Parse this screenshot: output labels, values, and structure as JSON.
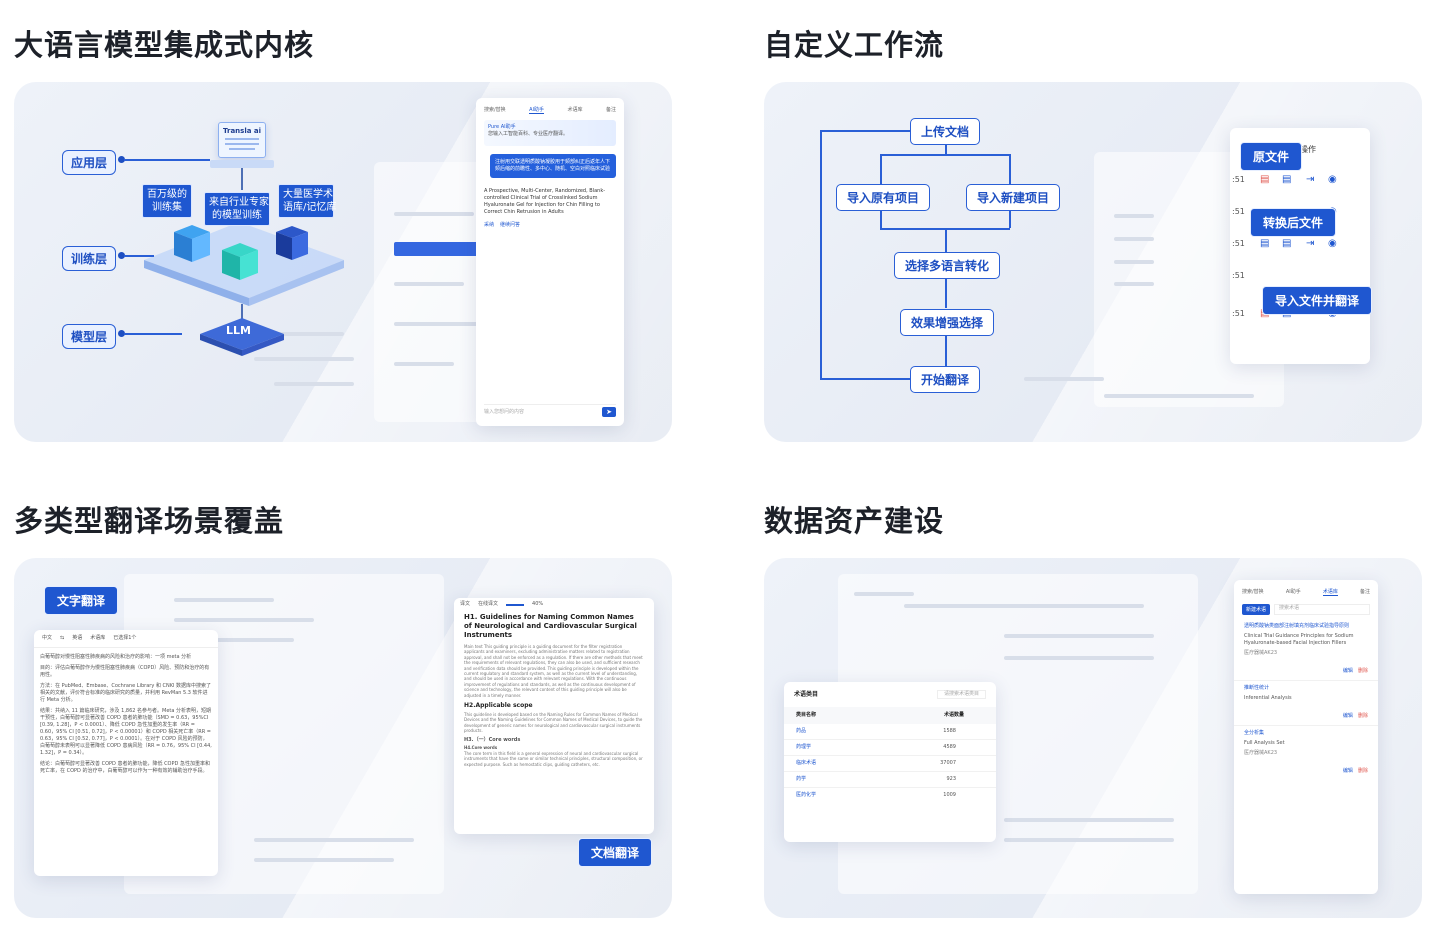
{
  "sections": {
    "s1": {
      "title": "大语言模型集成式内核"
    },
    "s2": {
      "title": "自定义工作流"
    },
    "s3": {
      "title": "多类型翻译场景覆盖"
    },
    "s4": {
      "title": "数据资产建设"
    }
  },
  "panel1": {
    "layers": [
      "应用层",
      "训练层",
      "模型层"
    ],
    "cards": [
      "百万级的\n训练集",
      "来自行业专家\n的模型训练",
      "大量医学术\n语库/记忆库"
    ],
    "transla_label": "Transla ai",
    "llm_label": "LLM",
    "chat": {
      "tabs": [
        "搜索/替换",
        "AI助手",
        "术语库",
        "备注"
      ],
      "assistant_name": "Pure AI助手",
      "greeting": "您输入工智能百科、专业医疗翻译。",
      "user_message": "注射用交联透明质酸钠凝胶用于颏部纠正后返年人下颏后缩的前瞻性、多中心、随机、空白对照临床试验",
      "reply": "A Prospective, Multi-Center, Randomized, Blank-controlled Clinical Trial of Crosslinked Sodium Hyaluronate Gel for Injection for Chin Filling to Correct Chin Retrusion in Adults",
      "actions": [
        "采纳",
        "继续问答"
      ],
      "input_placeholder": "输入您想问的内容"
    }
  },
  "panel2": {
    "flow": [
      "上传文档",
      "导入原有项目",
      "导入新建项目",
      "选择多语言转化",
      "效果增强选择",
      "开始翻译"
    ],
    "tags": [
      "原文件",
      "转换后文件",
      "导入文件并翻译"
    ],
    "ops_label": "操作",
    "times": [
      ":51",
      ":51",
      ":51",
      ":51",
      ":51"
    ]
  },
  "panel3": {
    "text_tag": "文字翻译",
    "doc_tag": "文档翻译",
    "left_doc": {
      "toolbar": [
        "中文",
        "⇆",
        "英语",
        "术语库",
        "已选择1个"
      ],
      "paragraphs": [
        "白葡萄醇对慢性阻塞性肺疾病的风险和治疗的影响：一项 meta 分析",
        "目的：评估白葡萄醇作为慢性阻塞性肺疾病（COPD）风险、预防和治疗的有用性。",
        "方法：在 PubMed、Embase、Cochrane Library 和 CNKI 数据库中搜索了相关的文献，评价符合标准的临床研究的质量，并利用 RevMan 5.3 软件进行 Meta 分析。",
        "结果：共纳入 11 篇临床研究，涉及 1,862 名参与者。Meta 分析表明，短期干预性，白葡萄醇可显著改善 COPD 患者的肺功能（SMD = 0.63，95%CI [0.39, 1.28]，P < 0.0001）、降低 COPD 急性加重的发生率（RR = 0.60，95% CI [0.51, 0.72]，P < 0.00001）和 COPD 相关死亡率（RR = 0.63，95% CI [0.52, 0.77]，P < 0.0001）。在对于 COPD 风险的预防，白葡萄醇未表明可以显著降低 COPD 患病风险（RR = 0.76，95% CI [0.44, 1.32]，P = 0.34）。",
        "结论：白葡萄醇可显著改善 COPD 患者的肺功能，降低 COPD 急性加重率和死亡率，在 COPD 的治疗中，白葡萄醇可以作为一种有效的辅助治疗手段。"
      ]
    },
    "right_doc": {
      "toolbar": [
        "译文",
        "在线译文",
        "40%"
      ],
      "h1": "H1. Guidelines for Naming Common Names of Neurological and Cardiovascular Surgical Instruments",
      "p1": "Main text This guiding principle is a guiding document for the filter registration applicants and examiners, excluding administrative matters related to registration approval, and shall not be enforced as a regulation. If there are other methods that meet the requirements of relevant regulations, they can also be used, and sufficient research and verification data should be provided. This guiding principle is developed within the current regulatory and standard system, as well as the current level of understanding, and should be used in accordance with relevant regulations. With the continuous improvement of regulations and standards, as well as the continuous development of science and technology, the relevant content of this guiding principle will also be adjusted in a timely manner.",
      "h2": "H2.Applicable scope",
      "p2": "This guideline is developed based on the Naming Rules for Common Names of Medical Devices and the Naming Guidelines for Common Names of Medical Devices, to guide the development of generic names for neurological and cardiovascular surgical instruments products.",
      "h3": "H3.（一）Core words",
      "h4": "H4.Core words",
      "p3": "The core term in this field is a general expression of neural and cardiovascular surgical instruments that have the same or similar technical principles, structural composition, or expected purpose. Such as hemostatic clips, guiding catheters, etc."
    }
  },
  "panel4": {
    "term_table": {
      "title": "术语类目",
      "search_placeholder": "请搜索术语类目",
      "headers": [
        "类目名称",
        "术语数量"
      ],
      "rows": [
        {
          "name": "药品",
          "count": "1588"
        },
        {
          "name": "药理学",
          "count": "4589"
        },
        {
          "name": "临床术语",
          "count": "37007"
        },
        {
          "name": "药学",
          "count": "923"
        },
        {
          "name": "医药化学",
          "count": "1009"
        }
      ]
    },
    "side_panel": {
      "tabs": [
        "搜索/替换",
        "AI助手",
        "术语库",
        "备注"
      ],
      "new_btn": "新建术语",
      "search_placeholder": "搜索术语",
      "entries": [
        {
          "zh": "透明质酸钠类面部注射填充剂临床试验指导原则",
          "en": "Clinical Trial Guidance Principles for Sodium Hyaluronate-based Facial Injection Fillers",
          "source": "医疗器械AK23"
        },
        {
          "zh": "推断性统计",
          "en": "Inferential Analysis",
          "source": ""
        },
        {
          "zh": "全分析集",
          "en": "Full Analysis Set",
          "source": "医疗器械AK23"
        }
      ],
      "edit_label": "编辑",
      "delete_label": "删除"
    }
  }
}
